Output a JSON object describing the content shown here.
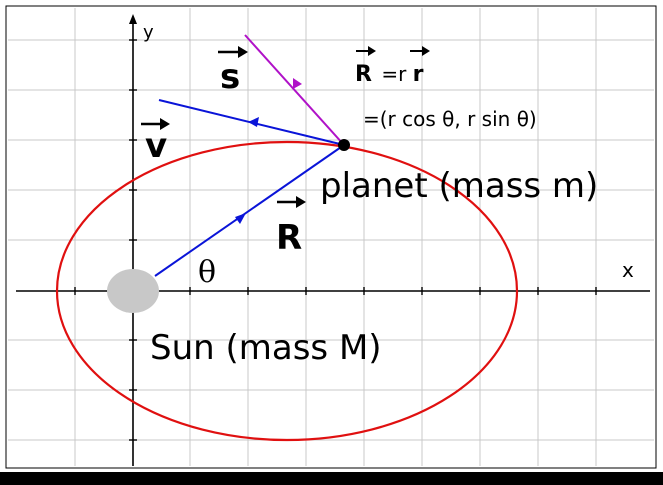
{
  "axes": {
    "x_label": "x",
    "y_label": "y"
  },
  "labels": {
    "theta": "θ",
    "sun": "Sun (mass M)",
    "planet": "planet (mass m)",
    "vec_R_label": "R",
    "vec_v_label": "v",
    "vec_s_label": "s",
    "formula_R_prefix": "R",
    "formula_equals_r": "=r",
    "formula_r_hat": "r",
    "formula_components": "=(r cos θ, r sin θ)"
  },
  "colors": {
    "orbit": "#e01010",
    "vector_R": "#0a14d8",
    "vector_v": "#0a14d8",
    "vector_s": "#b012c8",
    "sun": "#c8c8c8",
    "planet": "#000000",
    "grid": "#c8c8c8",
    "axes": "#000000",
    "bottom_bar": "#000000"
  }
}
